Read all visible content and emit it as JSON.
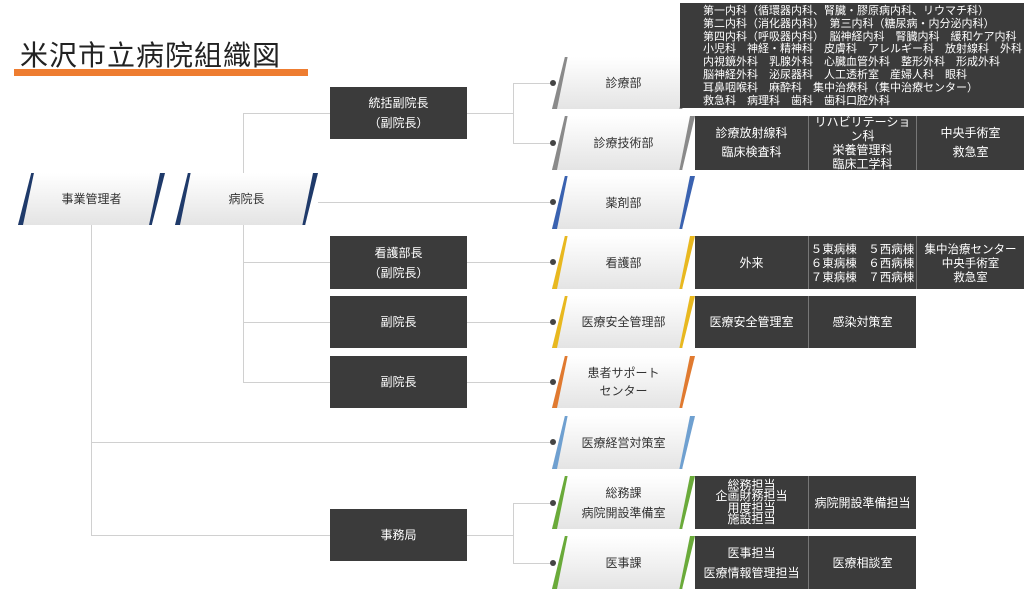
{
  "title": "米沢市立病院組織図",
  "colors": {
    "title_underline": "#ee7d31",
    "dark_box": "#3b3b3b",
    "navy": "#1f3a6a",
    "gray": "#8a8a8a",
    "blue": "#3a62b0",
    "gold": "#e8b820",
    "orange": "#e07a30",
    "light_blue": "#6fa0d0",
    "green": "#6aaa3a"
  },
  "executive": {
    "manager": "事業管理者",
    "director": "病院長"
  },
  "deputies": {
    "general": [
      "統括副院長",
      "（副院長）"
    ],
    "nursing": [
      "看護部長",
      "（副院長）"
    ],
    "deputy1": "副院長",
    "deputy2": "副院長",
    "office": "事務局"
  },
  "departments": {
    "medical": {
      "name": "診療部",
      "sections": [
        "第一内科（循環器内科、腎臓・膠原病内科、リウマチ科）",
        "第二内科（消化器内科）　第三内科（糖尿病・内分泌内科）",
        "第四内科（呼吸器内科）　脳神経内科　腎臓内科　緩和ケア内科",
        "小児科　神経・精神科　皮膚科　アレルギー科　放射線科　外科",
        "内視鏡外科　乳腺外科　心臓血管外科　整形外科　形成外科",
        "脳神経外科　泌尿器科　人工透析室　産婦人科　眼科",
        "耳鼻咽喉科　麻酔科　集中治療科（集中治療センター）",
        "救急科　病理科　歯科　歯科口腔外科"
      ]
    },
    "technical": {
      "name": "診療技術部",
      "cells": [
        [
          "診療放射線科",
          "臨床検査科"
        ],
        [
          "リハビリテーション科",
          "栄養管理科",
          "臨床工学科"
        ],
        [
          "中央手術室",
          "救急室"
        ]
      ]
    },
    "pharmacy": {
      "name": "薬剤部"
    },
    "nursing": {
      "name": "看護部",
      "cells": [
        [
          "外来"
        ],
        [
          "５東病棟　５西病棟",
          "６東病棟　６西病棟",
          "７東病棟　７西病棟"
        ],
        [
          "集中治療センター",
          "中央手術室",
          "救急室"
        ]
      ]
    },
    "safety": {
      "name": "医療安全管理部",
      "cells": [
        [
          "医療安全管理室"
        ],
        [
          "感染対策室"
        ]
      ]
    },
    "support": {
      "name": [
        "患者サポート",
        "センター"
      ]
    },
    "management": {
      "name": "医療経営対策室"
    },
    "general_affairs": {
      "name": [
        "総務課",
        "病院開設準備室"
      ],
      "cells": [
        [
          "総務担当",
          "企画財務担当",
          "用度担当",
          "施設担当"
        ],
        [
          "病院開設準備担当"
        ]
      ]
    },
    "medical_affairs": {
      "name": "医事課",
      "cells": [
        [
          "医事担当",
          "医療情報管理担当"
        ],
        [
          "医療相談室"
        ]
      ]
    }
  }
}
